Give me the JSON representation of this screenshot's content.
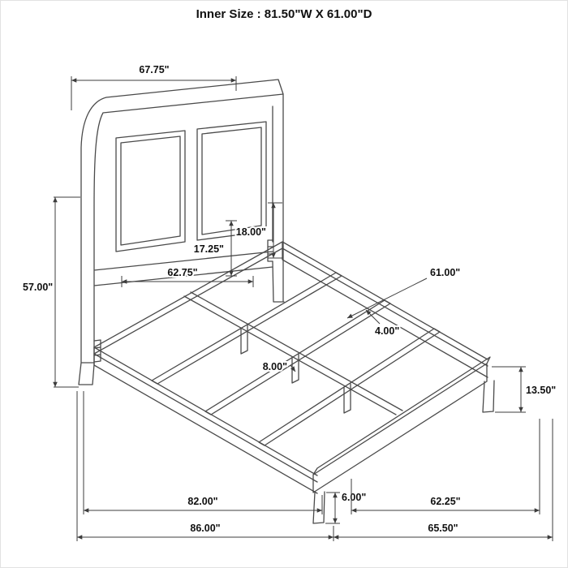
{
  "title": "Inner Size : 81.50\"W X 61.00\"D",
  "dimensions": {
    "headboard_width": "67.75\"",
    "headboard_height": "57.00\"",
    "panel_height": "18.00\"",
    "panel_inner_height": "17.25\"",
    "headboard_inner_width": "62.75\"",
    "inner_depth": "61.00\"",
    "rail_height": "4.00\"",
    "slat_support_height": "8.00\"",
    "footboard_height": "13.50\"",
    "foot_leg_height": "6.00\"",
    "inner_length": "82.00\"",
    "footboard_side_length": "62.25\"",
    "overall_length": "86.00\"",
    "overall_width": "65.50\""
  }
}
